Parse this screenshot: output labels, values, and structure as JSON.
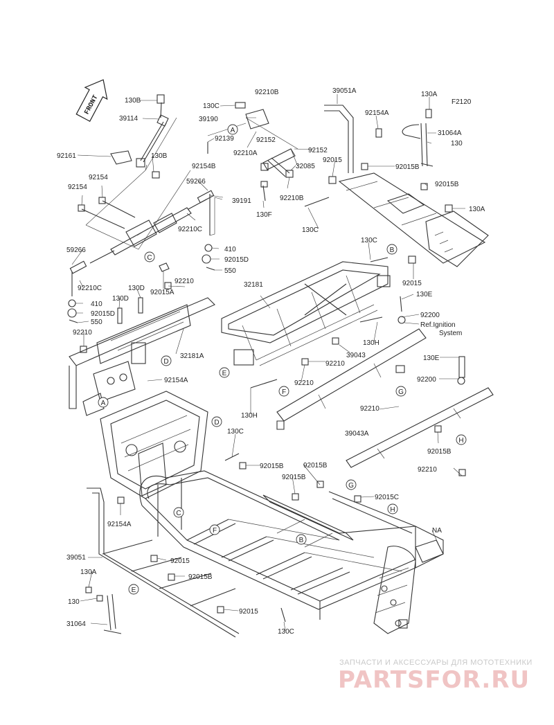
{
  "figure_code": "F2120",
  "front_label": "FRONT",
  "ref_note": [
    "Ref.Ignition",
    "System"
  ],
  "watermark": {
    "tagline": "ЗАПЧАСТИ И АКСЕССУАРЫ ДЛЯ МОТОТЕХНИКИ",
    "logo": "PARTSFOR.RU"
  },
  "part_labels": {
    "l01": "130B",
    "l02": "39114",
    "l03": "92161",
    "l04": "130B",
    "l05": "92154",
    "l06": "92154",
    "l07": "130C",
    "l08": "92210B",
    "l09": "39190",
    "l10": "92139",
    "l11": "92210A",
    "l12": "92152",
    "l13": "92152",
    "l14": "92154B",
    "l15": "32085",
    "l16": "92210B",
    "l17": "130F",
    "l18": "59266",
    "l19": "39191",
    "l20": "92210C",
    "l21": "410",
    "l22": "92015D",
    "l23": "550",
    "l24": "59266",
    "l25": "92210C",
    "l26": "410",
    "l27": "92015D",
    "l28": "550",
    "l29": "92015A",
    "l30": "92210",
    "l31": "130D",
    "l32": "130D",
    "l33": "92210",
    "l34": "32181A",
    "l35": "92154A",
    "l36": "39051A",
    "l37": "92154A",
    "l38": "130A",
    "l39": "F2120",
    "l40": "31064A",
    "l41": "130",
    "l42": "92015",
    "l43": "92015B",
    "l44": "92015B",
    "l45": "130A",
    "l46": "130C",
    "l47": "130C",
    "l48": "92015",
    "l49": "130E",
    "l50": "32181",
    "l51": "92200",
    "l52": "130H",
    "l53": "92210",
    "l54": "39043",
    "l55": "92210",
    "l56": "130H",
    "l57": "92210",
    "l58": "130E",
    "l59": "92200",
    "l60": "39043A",
    "l61": "92015B",
    "l62": "92210",
    "l63": "130C",
    "l64": "92015B",
    "l65": "92015B",
    "l66": "92015B",
    "l67": "92015C",
    "l68": "92154A",
    "l69": "NA",
    "l70": "39051",
    "l71": "92015",
    "l72": "130A",
    "l73": "92015B",
    "l74": "130",
    "l75": "92015",
    "l76": "31064",
    "l77": "130C"
  },
  "callouts": {
    "c01": "A",
    "c02": "C",
    "c03": "D",
    "c04": "A",
    "c05": "D",
    "c06": "E",
    "c07": "F",
    "c08": "B",
    "c09": "G",
    "c10": "H",
    "c11": "C",
    "c12": "F",
    "c13": "B",
    "c14": "G",
    "c15": "H",
    "c16": "E"
  }
}
